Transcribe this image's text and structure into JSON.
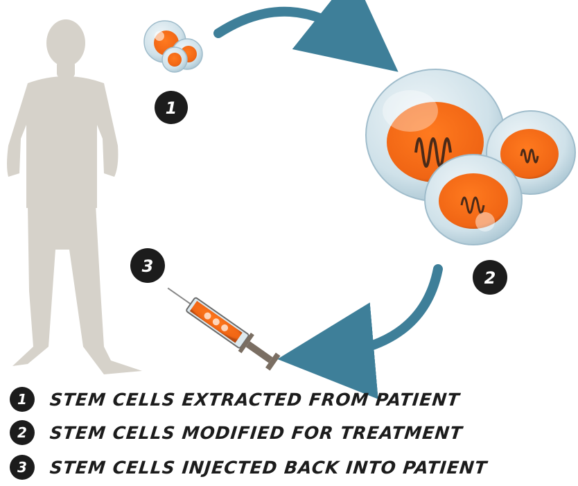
{
  "steps": [
    {
      "number": "1",
      "label": "Stem cells extracted from patient"
    },
    {
      "number": "2",
      "label": "Stem cells modified for treatment"
    },
    {
      "number": "3",
      "label": "Stem cells injected back into patient"
    }
  ],
  "colors": {
    "silhouette": "#d6d2ca",
    "arrow": "#3e7f99",
    "cell_membrane": "#c9dde6",
    "cell_nucleus": "#f06514",
    "badge": "#1c1c1c"
  },
  "icons": [
    "person-silhouette-icon",
    "small-cells-icon",
    "large-cells-icon",
    "syringe-icon",
    "curved-arrow-icon"
  ]
}
